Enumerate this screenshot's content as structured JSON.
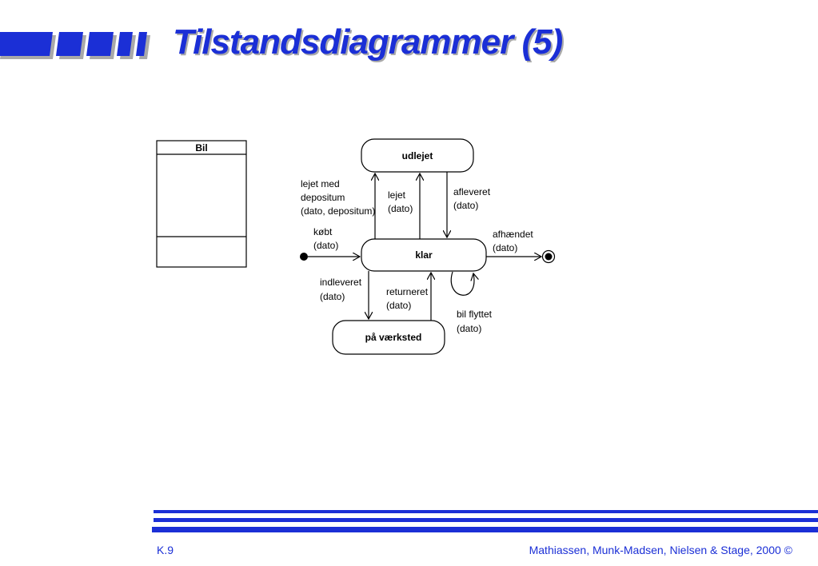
{
  "slide": {
    "title": "Tilstandsdiagrammer (5)",
    "footer_left": "K.9",
    "footer_right": "Mathiassen, Munk-Madsen, Nielsen & Stage, 2000 ©",
    "accent_color": "#1b2fd6"
  },
  "class_box": {
    "name": "Bil"
  },
  "diagram": {
    "states": {
      "udlejet": "udlejet",
      "klar": "klar",
      "vaerksted": "på værksted"
    },
    "transitions": {
      "lejet_med_1": "lejet med",
      "lejet_med_2": "depositum",
      "lejet_med_3": "(dato, depositum)",
      "lejet_1": "lejet",
      "lejet_2": "(dato)",
      "afleveret_1": "afleveret",
      "afleveret_2": "(dato)",
      "kobt_1": "købt",
      "kobt_2": "(dato)",
      "afhaendet_1": "afhændet",
      "afhaendet_2": "(dato)",
      "indleveret_1": "indleveret",
      "indleveret_2": "(dato)",
      "returneret_1": "returneret",
      "returneret_2": "(dato)",
      "bilflyttet_1": "bil flyttet",
      "bilflyttet_2": "(dato)"
    }
  }
}
